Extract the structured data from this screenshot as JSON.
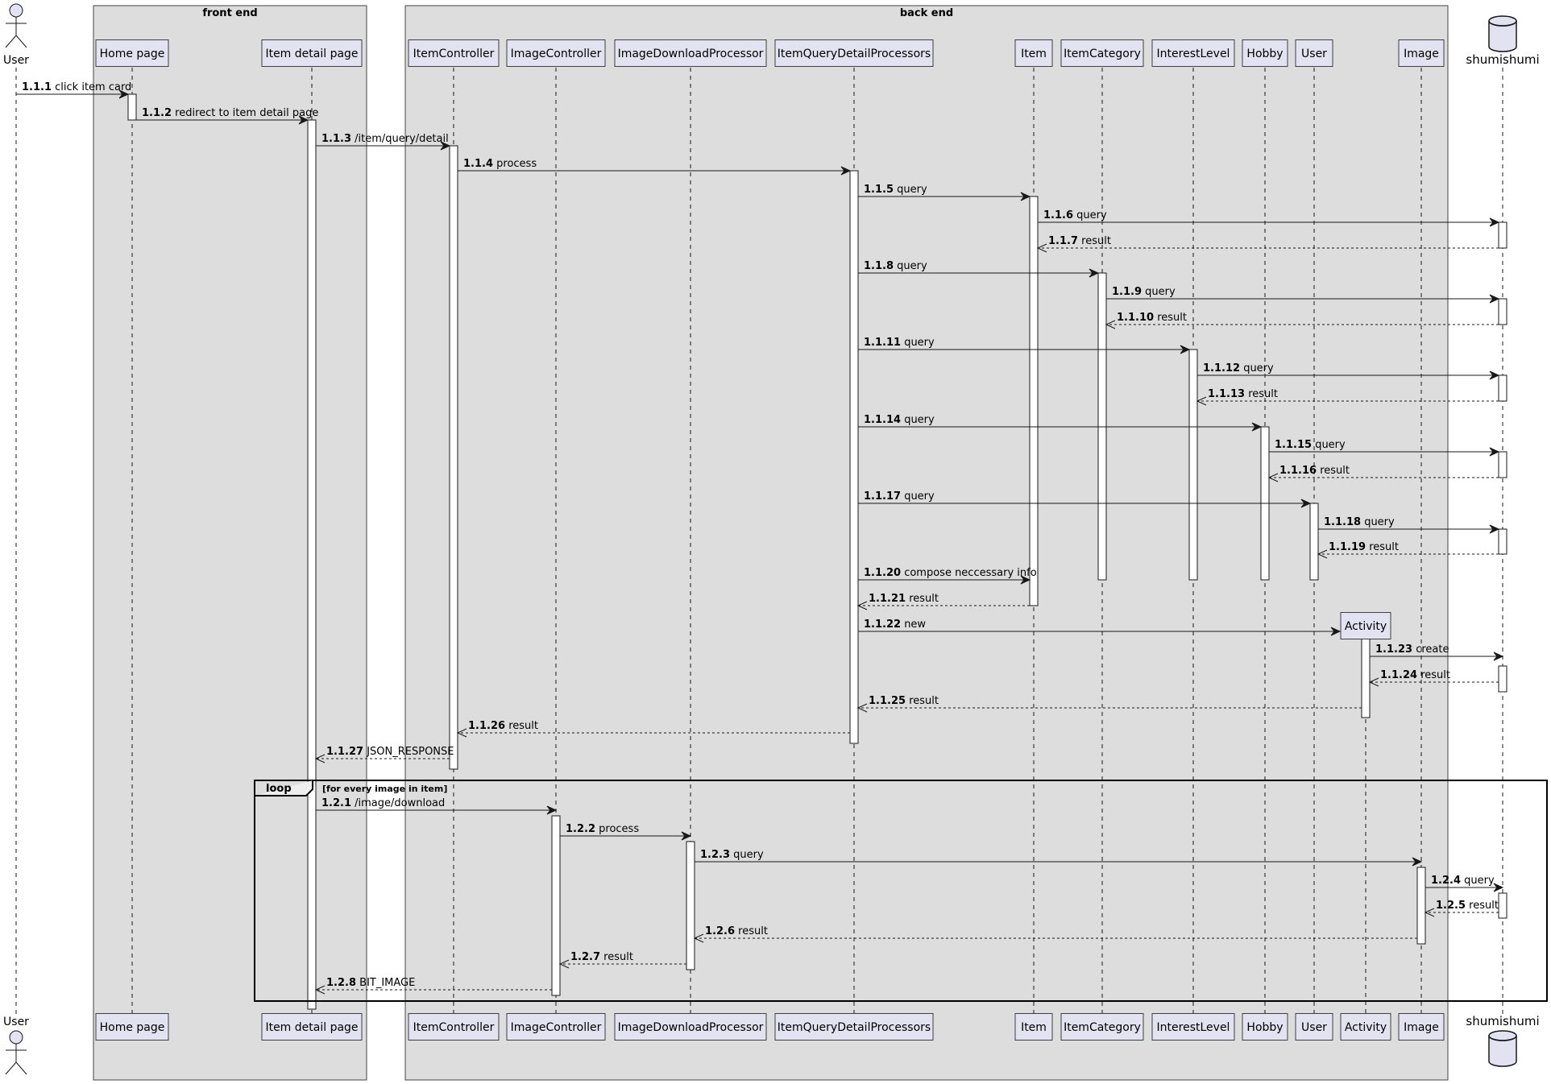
{
  "boxes": [
    {
      "id": "frontend",
      "title": "front end"
    },
    {
      "id": "backend",
      "title": "back end"
    }
  ],
  "participants": [
    {
      "id": "user",
      "label": "User",
      "type": "actor"
    },
    {
      "id": "home",
      "label": "Home page",
      "type": "participant"
    },
    {
      "id": "detail",
      "label": "Item detail page",
      "type": "participant"
    },
    {
      "id": "itemctrl",
      "label": "ItemController",
      "type": "participant"
    },
    {
      "id": "imgctrl",
      "label": "ImageController",
      "type": "participant"
    },
    {
      "id": "imgdl",
      "label": "ImageDownloadProcessor",
      "type": "participant"
    },
    {
      "id": "iqdp",
      "label": "ItemQueryDetailProcessors",
      "type": "participant"
    },
    {
      "id": "item",
      "label": "Item",
      "type": "participant"
    },
    {
      "id": "itemcat",
      "label": "ItemCategory",
      "type": "participant"
    },
    {
      "id": "interest",
      "label": "InterestLevel",
      "type": "participant"
    },
    {
      "id": "hobby",
      "label": "Hobby",
      "type": "participant"
    },
    {
      "id": "userobj",
      "label": "User",
      "type": "participant"
    },
    {
      "id": "activity",
      "label": "Activity",
      "type": "participant",
      "created": true
    },
    {
      "id": "image",
      "label": "Image",
      "type": "participant"
    },
    {
      "id": "db",
      "label": "shumishumi",
      "type": "database"
    }
  ],
  "messages": [
    {
      "num": "1.1.1",
      "text": "click item card",
      "from": "user",
      "to": "home",
      "style": "solid"
    },
    {
      "num": "1.1.2",
      "text": "redirect to item detail page",
      "from": "home",
      "to": "detail",
      "style": "solid"
    },
    {
      "num": "1.1.3",
      "text": "/item/query/detail",
      "from": "detail",
      "to": "itemctrl",
      "style": "solid"
    },
    {
      "num": "1.1.4",
      "text": "process",
      "from": "itemctrl",
      "to": "iqdp",
      "style": "solid"
    },
    {
      "num": "1.1.5",
      "text": "query",
      "from": "iqdp",
      "to": "item",
      "style": "solid"
    },
    {
      "num": "1.1.6",
      "text": "query",
      "from": "item",
      "to": "db",
      "style": "solid"
    },
    {
      "num": "1.1.7",
      "text": "result",
      "from": "db",
      "to": "item",
      "style": "dashed"
    },
    {
      "num": "1.1.8",
      "text": "query",
      "from": "iqdp",
      "to": "itemcat",
      "style": "solid"
    },
    {
      "num": "1.1.9",
      "text": "query",
      "from": "itemcat",
      "to": "db",
      "style": "solid"
    },
    {
      "num": "1.1.10",
      "text": "result",
      "from": "db",
      "to": "itemcat",
      "style": "dashed"
    },
    {
      "num": "1.1.11",
      "text": "query",
      "from": "iqdp",
      "to": "interest",
      "style": "solid"
    },
    {
      "num": "1.1.12",
      "text": "query",
      "from": "interest",
      "to": "db",
      "style": "solid"
    },
    {
      "num": "1.1.13",
      "text": "result",
      "from": "db",
      "to": "interest",
      "style": "dashed"
    },
    {
      "num": "1.1.14",
      "text": "query",
      "from": "iqdp",
      "to": "hobby",
      "style": "solid"
    },
    {
      "num": "1.1.15",
      "text": "query",
      "from": "hobby",
      "to": "db",
      "style": "solid"
    },
    {
      "num": "1.1.16",
      "text": "result",
      "from": "db",
      "to": "hobby",
      "style": "dashed"
    },
    {
      "num": "1.1.17",
      "text": "query",
      "from": "iqdp",
      "to": "userobj",
      "style": "solid"
    },
    {
      "num": "1.1.18",
      "text": "query",
      "from": "userobj",
      "to": "db",
      "style": "solid"
    },
    {
      "num": "1.1.19",
      "text": "result",
      "from": "db",
      "to": "userobj",
      "style": "dashed"
    },
    {
      "num": "1.1.20",
      "text": "compose neccessary info",
      "from": "iqdp",
      "to": "item",
      "style": "solid"
    },
    {
      "num": "1.1.21",
      "text": "result",
      "from": "item",
      "to": "iqdp",
      "style": "dashed"
    },
    {
      "num": "1.1.22",
      "text": "new",
      "from": "iqdp",
      "to": "activity",
      "style": "solid",
      "create": true
    },
    {
      "num": "1.1.23",
      "text": "create",
      "from": "activity",
      "to": "db",
      "style": "solid"
    },
    {
      "num": "1.1.24",
      "text": "result",
      "from": "db",
      "to": "activity",
      "style": "dashed"
    },
    {
      "num": "1.1.25",
      "text": "result",
      "from": "activity",
      "to": "iqdp",
      "style": "dashed"
    },
    {
      "num": "1.1.26",
      "text": "result",
      "from": "iqdp",
      "to": "itemctrl",
      "style": "dashed"
    },
    {
      "num": "1.1.27",
      "text": "JSON_RESPONSE",
      "from": "itemctrl",
      "to": "detail",
      "style": "dashed"
    },
    {
      "num": "1.2.1",
      "text": "/image/download",
      "from": "detail",
      "to": "imgctrl",
      "style": "solid"
    },
    {
      "num": "1.2.2",
      "text": "process",
      "from": "imgctrl",
      "to": "imgdl",
      "style": "solid"
    },
    {
      "num": "1.2.3",
      "text": "query",
      "from": "imgdl",
      "to": "image",
      "style": "solid"
    },
    {
      "num": "1.2.4",
      "text": "query",
      "from": "image",
      "to": "db",
      "style": "solid"
    },
    {
      "num": "1.2.5",
      "text": "result",
      "from": "db",
      "to": "image",
      "style": "dashed"
    },
    {
      "num": "1.2.6",
      "text": "result",
      "from": "image",
      "to": "imgdl",
      "style": "dashed"
    },
    {
      "num": "1.2.7",
      "text": "result",
      "from": "imgdl",
      "to": "imgctrl",
      "style": "dashed"
    },
    {
      "num": "1.2.8",
      "text": "BIT_IMAGE",
      "from": "imgctrl",
      "to": "detail",
      "style": "dashed"
    }
  ],
  "loop": {
    "keyword": "loop",
    "condition": "[for every image in item]"
  },
  "colors": {
    "box_fill": "#dddddd",
    "box_stroke": "#444444",
    "participant_fill": "#e2e2f0",
    "participant_stroke": "#181818",
    "activation_fill": "#ffffff",
    "lifeline": "#181818",
    "arrow": "#181818"
  }
}
